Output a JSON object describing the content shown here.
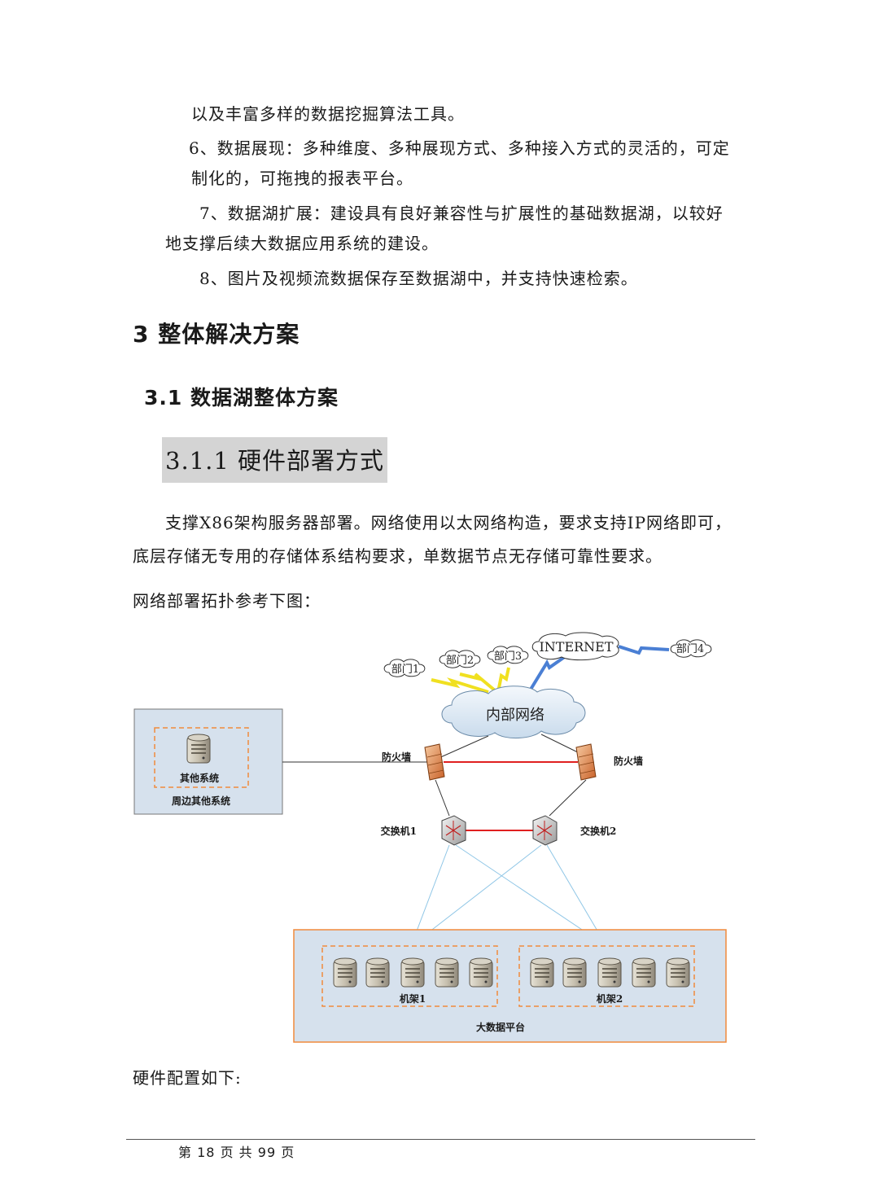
{
  "paragraphs": {
    "line1": "以及丰富多样的数据挖掘算法工具。",
    "item6_a": "6、数据展现：多种维度、多种展现方式、多种接入方式的灵活的，可定",
    "item6_b": "制化的，可拖拽的报表平台。",
    "item7_a": "7、数据湖扩展：建设具有良好兼容性与扩展性的基础数据湖，以较好",
    "item7_b": "地支撑后续大数据应用系统的建设。",
    "item8": "8、图片及视频流数据保存至数据湖中，并支持快速检索。"
  },
  "headings": {
    "h1": "3  整体解决方案",
    "h2": "3.1  数据湖整体方案",
    "h3": "3.1.1 硬件部署方式"
  },
  "section": {
    "para1_a": "支撑X86架构服务器部署。网络使用以太网络构造，要求支持IP网络即可，",
    "para1_b": "底层存储无专用的存储体系结构要求，单数据节点无存储可靠性要求。",
    "para2": "网络部署拓扑参考下图：",
    "after_diagram": "硬件配置如下:"
  },
  "diagram": {
    "clouds": {
      "dept1": "部门1",
      "dept2": "部门2",
      "dept3": "部门3",
      "internet": "INTERNET",
      "dept4": "部门4",
      "intranet": "内部网络"
    },
    "firewall_left": "防火墙",
    "firewall_right": "防火墙",
    "switch1": "交换机1",
    "switch2": "交换机2",
    "other_system": "其他系统",
    "peripheral": "周边其他系统",
    "rack1": "机架1",
    "rack2": "机架2",
    "platform": "大数据平台"
  },
  "footer": {
    "di": "第",
    "page": "18",
    "ye": "页",
    "gong": "共",
    "total": "99",
    "ye2": "页"
  },
  "colors": {
    "box_fill": "#d6e1ed",
    "dashed_orange": "#f08a3c",
    "link_red": "#e02020",
    "link_blue": "#8fc6e6",
    "bolt_yellow": "#f0e020",
    "bolt_blue": "#4a7fd4"
  }
}
